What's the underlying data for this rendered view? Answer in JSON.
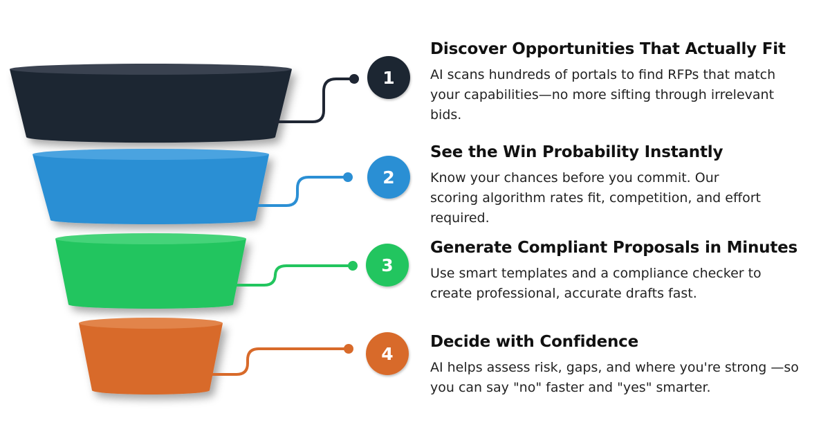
{
  "colors": {
    "tier1": "#1f2633",
    "tier2": "#2b8fd4",
    "tier3": "#22c55e",
    "tier4": "#d86a2a"
  },
  "steps": [
    {
      "number": "1",
      "title": "Discover Opportunities That Actually Fit",
      "description": "AI scans hundreds of portals to find RFPs that match your capabilities—no more sifting through irrelevant bids."
    },
    {
      "number": "2",
      "title": "See the Win Probability Instantly",
      "description": "Know your chances before you commit. Our scoring algorithm rates fit, competition, and effort required."
    },
    {
      "number": "3",
      "title": "Generate Compliant Proposals in Minutes",
      "description": "Use smart templates and a compliance checker to create professional, accurate drafts fast."
    },
    {
      "number": "4",
      "title": "Decide with Confidence",
      "description": "AI helps assess risk, gaps, and where you're strong —so you can say \"no\" faster and \"yes\" smarter."
    }
  ]
}
